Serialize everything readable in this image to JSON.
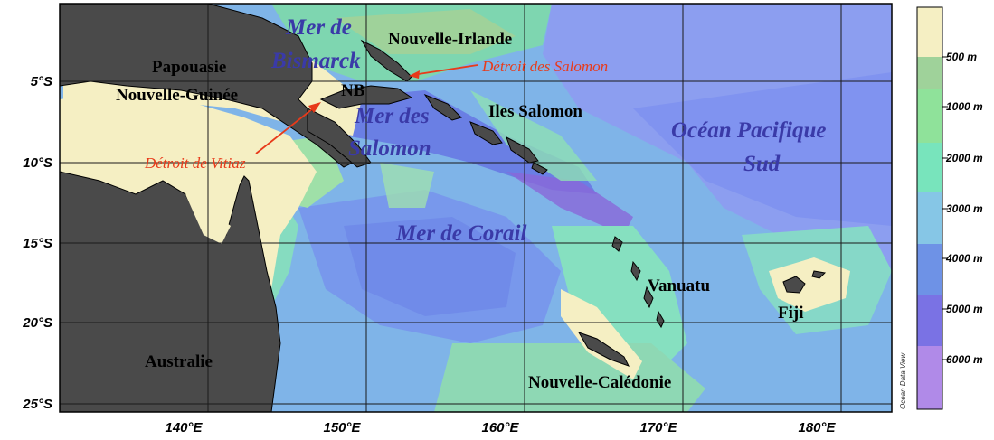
{
  "map": {
    "latitude_ticks": [
      "5°S",
      "10°S",
      "15°S",
      "20°S",
      "25°S"
    ],
    "longitude_ticks": [
      "140°E",
      "150°E",
      "160°E",
      "170°E",
      "180°E"
    ],
    "credit": "Ocean Data View",
    "labels": {
      "papouasie": "Papouasie",
      "nouvelle_guinee": "Nouvelle-Guinée",
      "nb": "NB",
      "nouvelle_irlande": "Nouvelle-Irlande",
      "iles_salomon": "Iles Salomon",
      "vanuatu": "Vanuatu",
      "fiji": "Fiji",
      "australie": "Australie",
      "nouvelle_caledonie": "Nouvelle-Calédonie"
    },
    "seas": {
      "bismarck_1": "Mer de",
      "bismarck_2": "Bismarck",
      "salomon_1": "Mer des",
      "salomon_2": "Salomon",
      "pacifique_1": "Océan Pacifique",
      "pacifique_2": "Sud",
      "corail": "Mer de Corail"
    },
    "straits": {
      "salomon": "Détroit des Salomon",
      "vitiaz": "Détroit de Vitiaz"
    },
    "colors": {
      "land": "#4a4a4a",
      "shallow": "#f5efc3",
      "sea_label": "#3a3aa8",
      "strait_label": "#e83a1a"
    }
  },
  "colorbar": {
    "labels": [
      "500 m",
      "1000 m",
      "2000 m",
      "3000 m",
      "4000 m",
      "5000 m",
      "6000 m"
    ],
    "colors": [
      "#f5efc3",
      "#9fd29a",
      "#8fe29a",
      "#78e4bc",
      "#86c6e6",
      "#6e92e6",
      "#7a72e4",
      "#b08ae8"
    ]
  }
}
